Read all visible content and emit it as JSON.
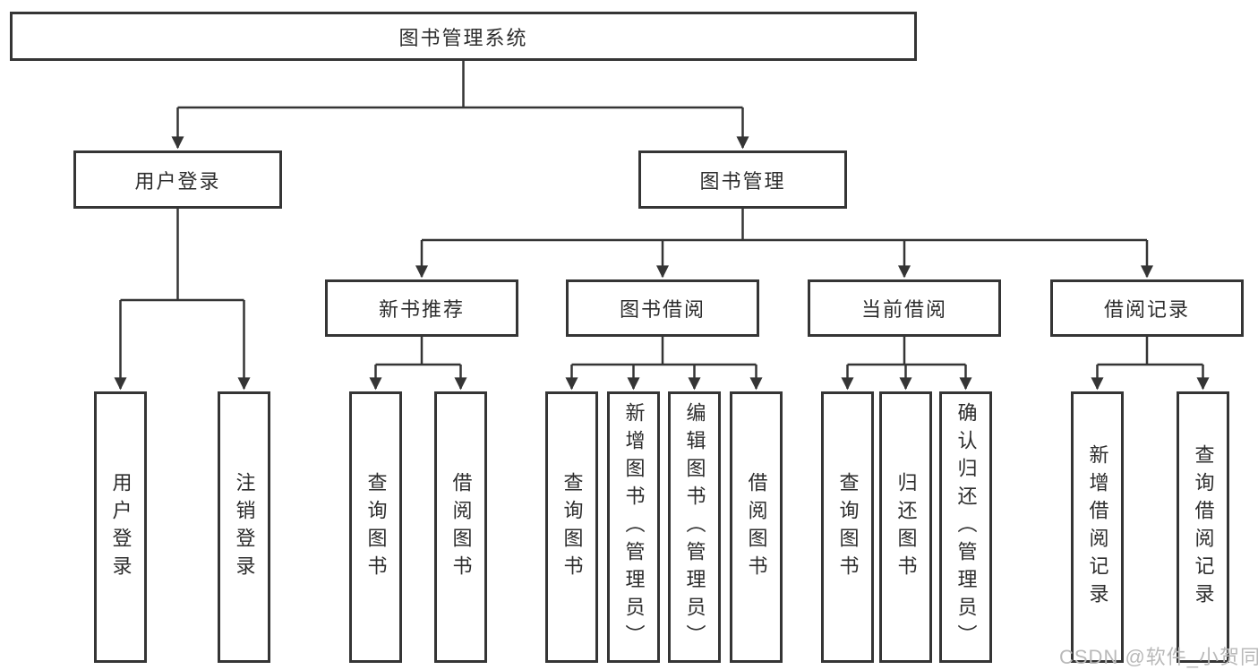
{
  "tree": {
    "root": {
      "label": "图书管理系统",
      "children": [
        {
          "label": "用户登录",
          "children": [
            {
              "label": "用户登录"
            },
            {
              "label": "注销登录"
            }
          ]
        },
        {
          "label": "图书管理",
          "children": [
            {
              "label": "新书推荐",
              "children": [
                {
                  "label": "查询图书"
                },
                {
                  "label": "借阅图书"
                }
              ]
            },
            {
              "label": "图书借阅",
              "children": [
                {
                  "label": "查询图书"
                },
                {
                  "label": "新增图书（管理员）"
                },
                {
                  "label": "编辑图书（管理员）"
                },
                {
                  "label": "借阅图书"
                }
              ]
            },
            {
              "label": "当前借阅",
              "children": [
                {
                  "label": "查询图书"
                },
                {
                  "label": "归还图书"
                },
                {
                  "label": "确认归还（管理员）"
                }
              ]
            },
            {
              "label": "借阅记录",
              "children": [
                {
                  "label": "新增借阅记录"
                },
                {
                  "label": "查询借阅记录"
                }
              ]
            }
          ]
        }
      ]
    }
  },
  "colors": {
    "line": "#353535",
    "text": "#2d2d2d",
    "watermark": "#b9b9b9"
  },
  "watermark": "CSDN @软件_小贺同学"
}
